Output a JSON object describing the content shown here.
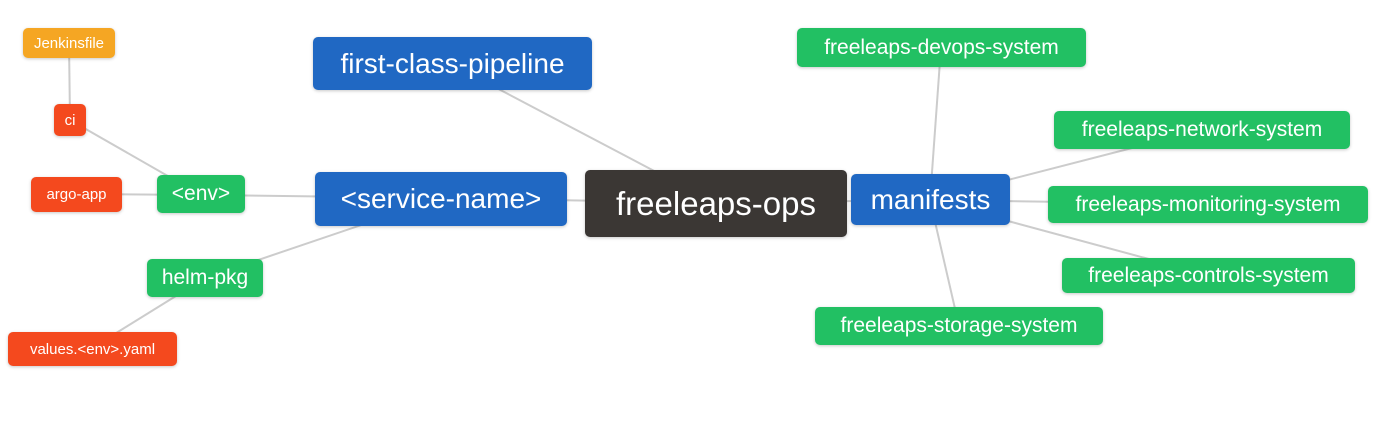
{
  "diagram": {
    "type": "mindmap",
    "root_label": "freeleaps-ops",
    "background": "#ffffff",
    "edge_color": "#cccccc"
  },
  "palette": {
    "blue": "#2068c3",
    "green": "#22c063",
    "red": "#f4491e",
    "orange": "#f5a623",
    "dark": "#3b3734",
    "text": "#ffffff"
  },
  "nodes": [
    {
      "label": "Jenkinsfile",
      "color": "orange"
    },
    {
      "label": "ci",
      "color": "red"
    },
    {
      "label": "argo-app",
      "color": "red"
    },
    {
      "label": "<env>",
      "color": "green"
    },
    {
      "label": "helm-pkg",
      "color": "green"
    },
    {
      "label": "values.<env>.yaml",
      "color": "red"
    },
    {
      "label": "first-class-pipeline",
      "color": "blue"
    },
    {
      "label": "<service-name>",
      "color": "blue"
    },
    {
      "label": "freeleaps-ops",
      "color": "dark"
    },
    {
      "label": "manifests",
      "color": "blue"
    },
    {
      "label": "freeleaps-devops-system",
      "color": "green"
    },
    {
      "label": "freeleaps-network-system",
      "color": "green"
    },
    {
      "label": "freeleaps-monitoring-system",
      "color": "green"
    },
    {
      "label": "freeleaps-controls-system",
      "color": "green"
    },
    {
      "label": "freeleaps-storage-system",
      "color": "green"
    }
  ],
  "edges": [
    {
      "from": "Jenkinsfile",
      "to": "ci"
    },
    {
      "from": "ci",
      "to": "<env>"
    },
    {
      "from": "argo-app",
      "to": "<env>"
    },
    {
      "from": "<env>",
      "to": "<service-name>"
    },
    {
      "from": "helm-pkg",
      "to": "<service-name>"
    },
    {
      "from": "values.<env>.yaml",
      "to": "helm-pkg"
    },
    {
      "from": "first-class-pipeline",
      "to": "freeleaps-ops"
    },
    {
      "from": "<service-name>",
      "to": "freeleaps-ops"
    },
    {
      "from": "freeleaps-ops",
      "to": "manifests"
    },
    {
      "from": "manifests",
      "to": "freeleaps-devops-system"
    },
    {
      "from": "manifests",
      "to": "freeleaps-network-system"
    },
    {
      "from": "manifests",
      "to": "freeleaps-monitoring-system"
    },
    {
      "from": "manifests",
      "to": "freeleaps-controls-system"
    },
    {
      "from": "manifests",
      "to": "freeleaps-storage-system"
    }
  ]
}
